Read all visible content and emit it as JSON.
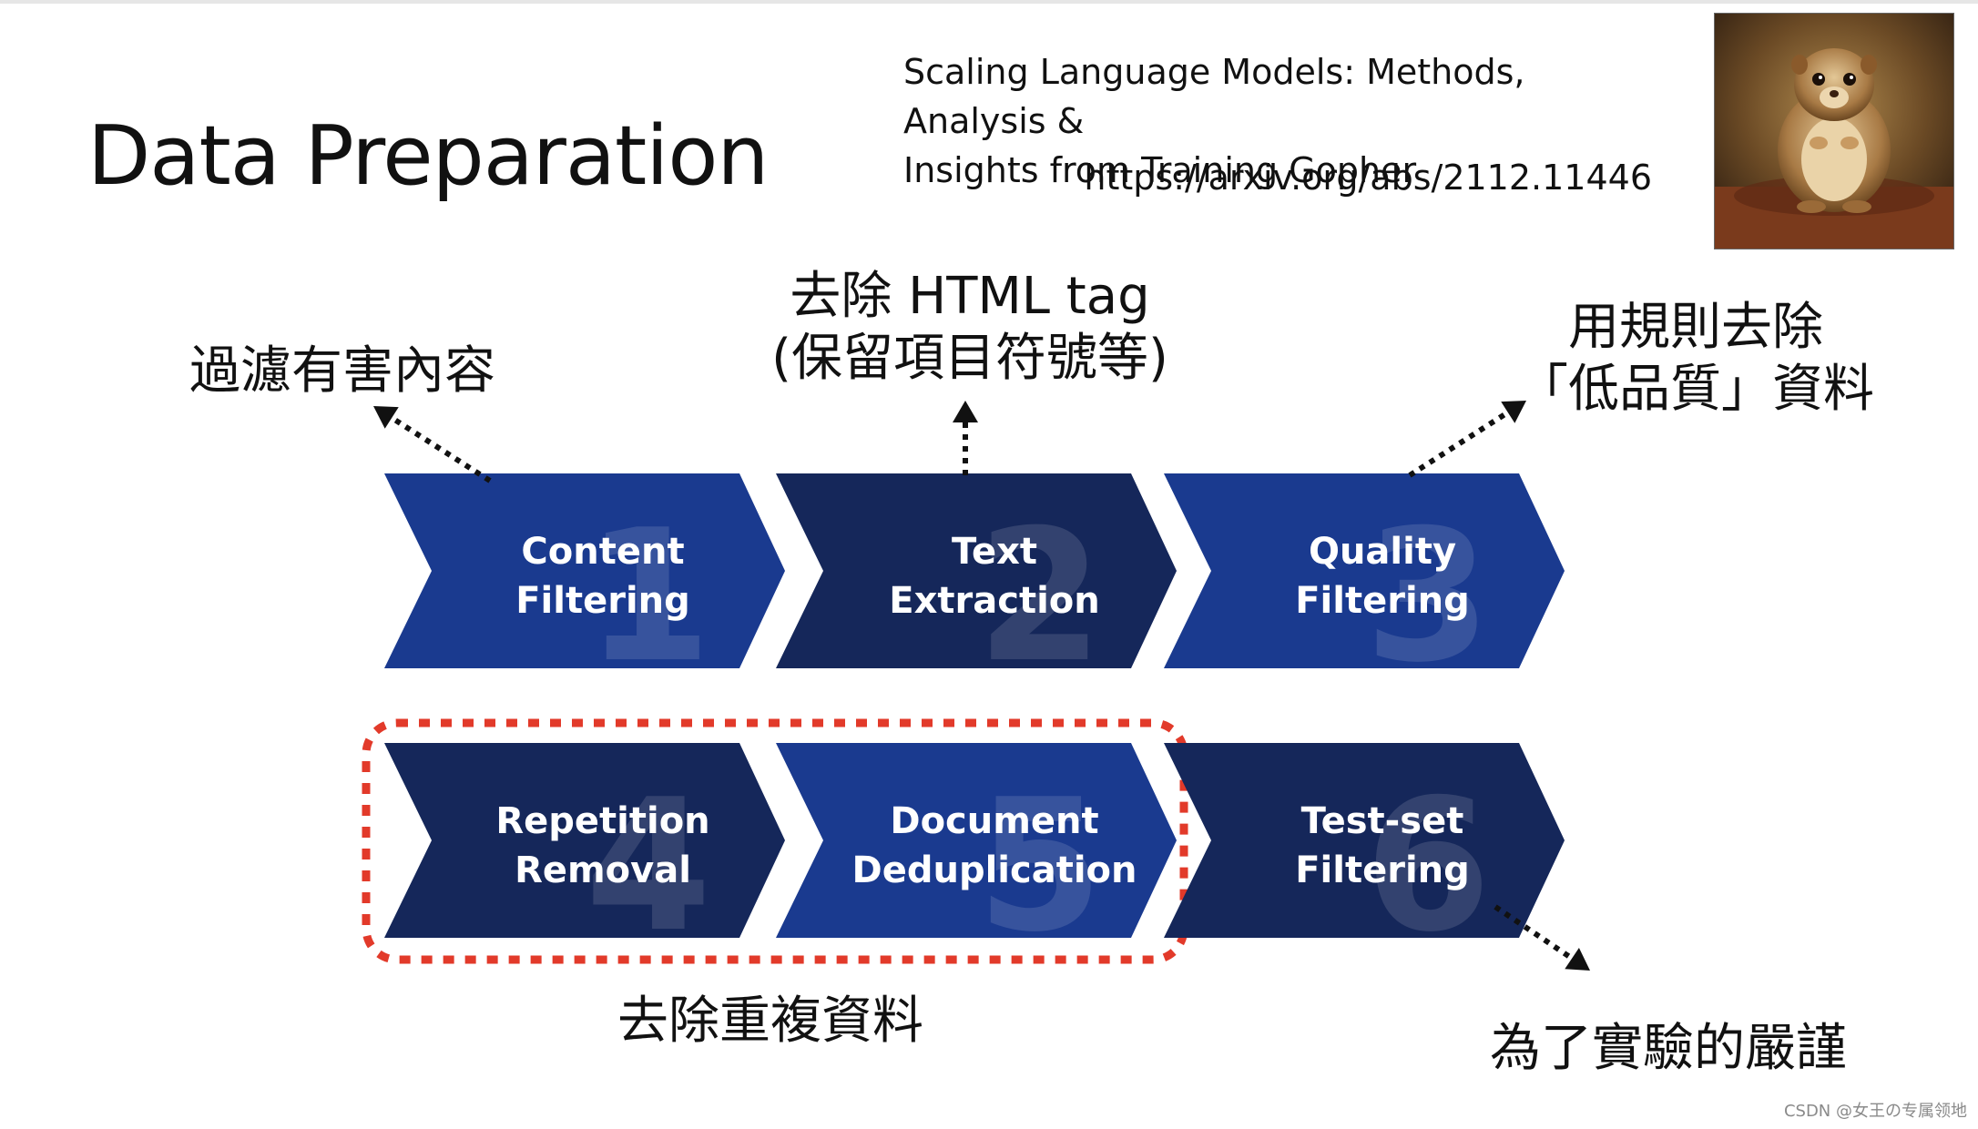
{
  "slide": {
    "title": "Data Preparation",
    "reference": {
      "line1": "Scaling Language Models: Methods, Analysis &",
      "line2": "Insights from Training Gopher",
      "url": "https://arxiv.org/abs/2112.11446"
    },
    "photo_icon": "gopher-photo"
  },
  "steps": [
    {
      "number": "1",
      "line1": "Content",
      "line2": "Filtering",
      "color": "#1a3a8f"
    },
    {
      "number": "2",
      "line1": "Text",
      "line2": "Extraction",
      "color": "#15275a"
    },
    {
      "number": "3",
      "line1": "Quality",
      "line2": "Filtering",
      "color": "#1a3a8f"
    },
    {
      "number": "4",
      "line1": "Repetition",
      "line2": "Removal",
      "color": "#15275a"
    },
    {
      "number": "5",
      "line1": "Document",
      "line2": "Deduplication",
      "color": "#1a3a8f"
    },
    {
      "number": "6",
      "line1": "Test-set",
      "line2": "Filtering",
      "color": "#15275a"
    }
  ],
  "annotations": {
    "content_filter": "過濾有害內容",
    "text_extract_1": "去除 HTML tag",
    "text_extract_2": "(保留項目符號等)",
    "quality_1": "用規則去除",
    "quality_2": "「低品質」資料",
    "dedup": "去除重複資料",
    "test_set": "為了實驗的嚴謹"
  },
  "colors": {
    "arrow_dark": "#15275a",
    "arrow_blue": "#1a3a8f",
    "highlight_border": "#e23a2a",
    "text": "#111111"
  },
  "watermark": "CSDN @女王の专属领地"
}
